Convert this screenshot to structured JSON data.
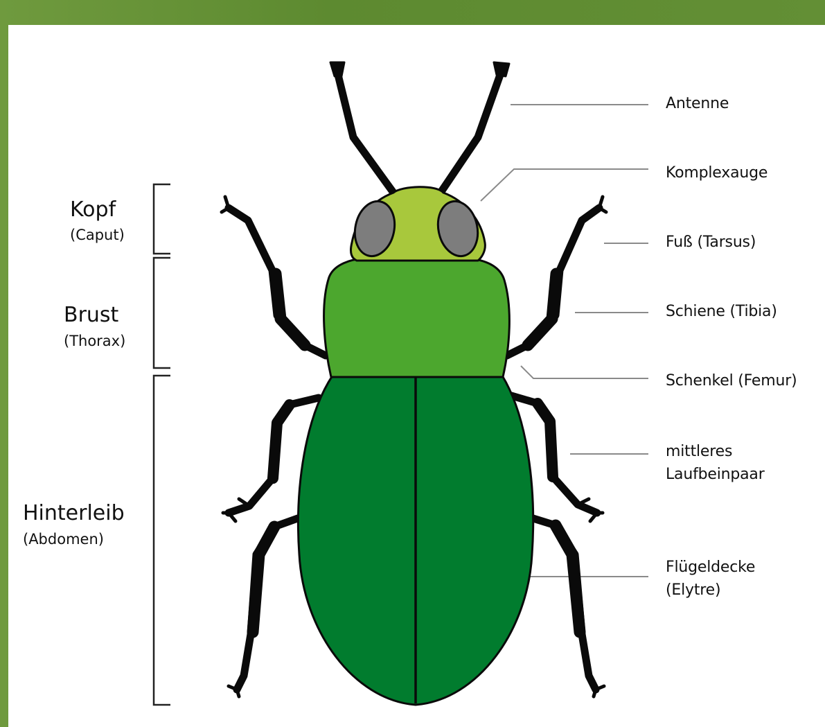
{
  "segments": {
    "head": {
      "name": "Kopf",
      "latin": "(Caput)"
    },
    "thorax": {
      "name": "Brust",
      "latin": "(Thorax)"
    },
    "abdomen": {
      "name": "Hinterleib",
      "latin": "(Abdomen)"
    }
  },
  "parts": {
    "antenna": "Antenne",
    "compound_eye": "Komplexauge",
    "tarsus": "Fuß (Tarsus)",
    "tibia": "Schiene (Tibia)",
    "femur": "Schenkel (Femur)",
    "middle_legs_line1": "mittleres",
    "middle_legs_line2": "Laufbeinpaar",
    "elytra_line1": "Flügeldecke",
    "elytra_line2": "(Elytre)"
  },
  "colors": {
    "frame": "#5f8a34",
    "head": "#a8c83c",
    "eye": "#7d7d7d",
    "thorax": "#4ca72e",
    "elytra": "#017c2e",
    "legs": "#0a0a0a",
    "leader_lines": "#8a8a8a"
  }
}
